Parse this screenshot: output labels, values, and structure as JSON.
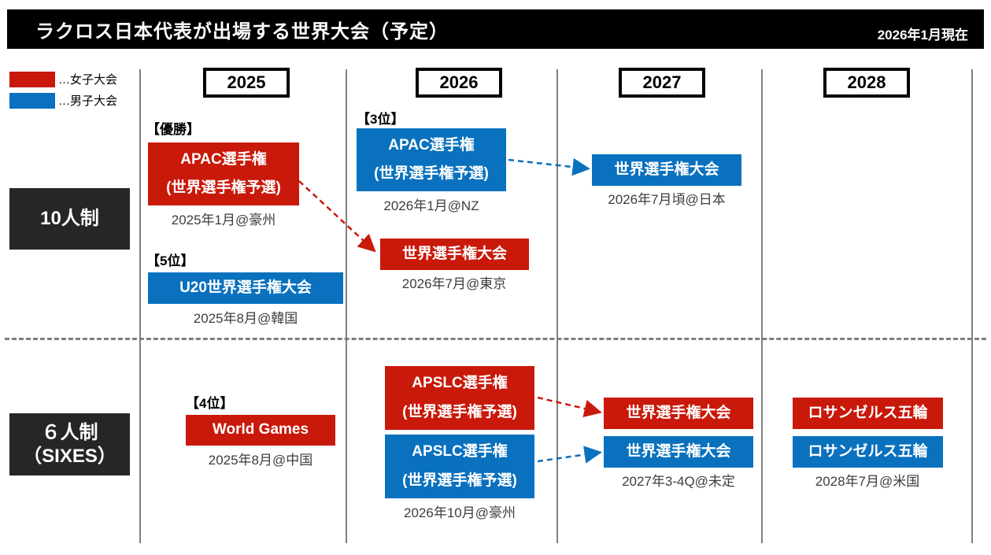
{
  "title": "ラクロス日本代表が出場する世界大会（予定）",
  "as_of": "2026年1月現在",
  "legend": {
    "women": {
      "label": "…女子大会"
    },
    "men": {
      "label": "…男子大会"
    }
  },
  "years": {
    "y2025": "2025",
    "y2026": "2026",
    "y2027": "2027",
    "y2028": "2028"
  },
  "rows": {
    "tens": {
      "label": "10人制"
    },
    "sixes": {
      "label_line1": "６人制",
      "label_line2": "（SIXES）"
    }
  },
  "events": {
    "tens_apac_2025": {
      "rank": "【優勝】",
      "line1": "APAC選手権",
      "line2": "(世界選手権予選)",
      "date": "2025年1月@豪州"
    },
    "tens_u20_2025": {
      "rank": "【5位】",
      "line1": "U20世界選手権大会",
      "date": "2025年8月@韓国"
    },
    "tens_apac_2026": {
      "rank": "【3位】",
      "line1": "APAC選手権",
      "line2": "(世界選手権予選)",
      "date": "2026年1月@NZ"
    },
    "tens_worlds_women": {
      "line1": "世界選手権大会",
      "date": "2026年7月@東京"
    },
    "tens_worlds_men": {
      "line1": "世界選手権大会",
      "date": "2026年7月頃@日本"
    },
    "sixes_worldgames": {
      "rank": "【4位】",
      "line1": "World Games",
      "date": "2025年8月@中国"
    },
    "sixes_apslc_women": {
      "line1": "APSLC選手権",
      "line2": "(世界選手権予選)"
    },
    "sixes_apslc_men": {
      "line1": "APSLC選手権",
      "line2": "(世界選手権予選)",
      "date": "2026年10月@豪州"
    },
    "sixes_worlds_women": {
      "line1": "世界選手権大会"
    },
    "sixes_worlds_men": {
      "line1": "世界選手権大会",
      "date": "2027年3-4Q@未定"
    },
    "sixes_la_women": {
      "line1": "ロサンゼルス五輪"
    },
    "sixes_la_men": {
      "line1": "ロサンゼルス五輪",
      "date": "2028年7月@米国"
    }
  },
  "colors": {
    "women_tournament": "#C9190A",
    "men_tournament": "#0A71BE",
    "row_label_bg": "#262626",
    "grid_line": "#808080",
    "title_bg": "#000000"
  }
}
